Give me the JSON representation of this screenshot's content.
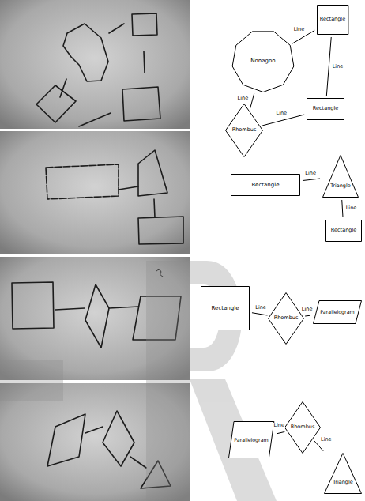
{
  "diagram": {
    "nodes": [
      {
        "text": [
          "Nonagon"
        ]
      },
      {
        "text": [
          "Rectangle"
        ]
      },
      {
        "text": [
          "Rhombus"
        ]
      },
      {
        "text": [
          "Rectangle"
        ]
      },
      {
        "text": [
          "Rectangle"
        ]
      },
      {
        "text": [
          "Triangle"
        ]
      },
      {
        "text": [
          "Rectangle"
        ]
      },
      {
        "text": [
          "Rectangle"
        ]
      },
      {
        "text": [
          "Rhombus"
        ]
      },
      {
        "text": [
          "Parallelogram"
        ]
      },
      {
        "text": [
          "Parallelogram"
        ]
      },
      {
        "text": [
          "Rhombus"
        ]
      },
      {
        "text": [
          "Triangle"
        ]
      }
    ],
    "edges": [
      {
        "from": 0,
        "to": 1,
        "arrow": "none",
        "label": "Line"
      },
      {
        "from": 1,
        "to": 3,
        "arrow": "none",
        "label": "Line"
      },
      {
        "from": 0,
        "to": 2,
        "arrow": "none",
        "label": "Line"
      },
      {
        "from": 2,
        "to": 3,
        "arrow": "none",
        "label": "Line"
      },
      {
        "from": 4,
        "to": 5,
        "arrow": "none",
        "label": "Line"
      },
      {
        "from": 5,
        "to": 6,
        "arrow": "none",
        "label": "Line"
      },
      {
        "from": 7,
        "to": 8,
        "arrow": "none",
        "label": "Line"
      },
      {
        "from": 8,
        "to": 9,
        "arrow": "none",
        "label": "Line"
      },
      {
        "from": 10,
        "to": 11,
        "arrow": "none",
        "label": "Line"
      },
      {
        "from": 11,
        "to": 12,
        "arrow": "none",
        "label": "Line"
      }
    ]
  }
}
